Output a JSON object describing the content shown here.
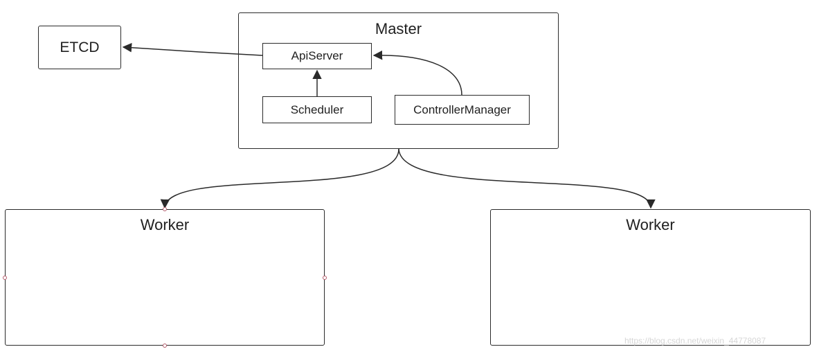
{
  "nodes": {
    "etcd": "ETCD",
    "master": "Master",
    "apiserver": "ApiServer",
    "scheduler": "Scheduler",
    "controller_manager": "ControllerManager",
    "worker_left": "Worker",
    "worker_right": "Worker"
  },
  "edges": [
    {
      "from": "ApiServer",
      "to": "ETCD"
    },
    {
      "from": "Scheduler",
      "to": "ApiServer"
    },
    {
      "from": "ControllerManager",
      "to": "ApiServer"
    },
    {
      "from": "Master",
      "to": "Worker (left)"
    },
    {
      "from": "Master",
      "to": "Worker (right)"
    }
  ],
  "watermark": "https://blog.csdn.net/weixin_44778087",
  "colors": {
    "stroke": "#2a2a2a",
    "handle": "#b35a6a",
    "watermark": "#d6d6d6"
  }
}
